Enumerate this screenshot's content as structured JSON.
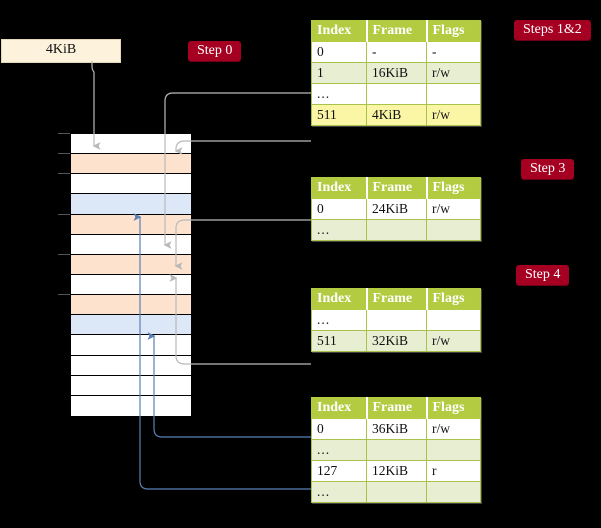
{
  "diagram": {
    "title_labels": {
      "steps_1_2": "Steps 1&2",
      "step_3": "Step 3",
      "step_4": "Step 4",
      "step_0": "Step 0"
    },
    "source_box": {
      "label": "4KiB"
    },
    "colors": {
      "badge_bg": "#a50021",
      "badge_text": "#ffffff",
      "table_header_bg": "#b2cb40",
      "table_row_shade": "#e8eed2",
      "highlight": "#fbf6a6",
      "source_box_bg": "#fdf3dc",
      "mem_orange": "#fde3cd",
      "mem_blue": "#dce8f7",
      "gray_arrow": "#b9b9b9",
      "blue_arrow": "#5a7fb5"
    },
    "columns": [
      "Index",
      "Frame",
      "Flags"
    ],
    "tables": [
      {
        "name": "level0-table",
        "rows": [
          {
            "index": "0",
            "frame": "-",
            "flags": "-",
            "shade": "plain",
            "highlight": false
          },
          {
            "index": "1",
            "frame": "16KiB",
            "flags": "r/w",
            "shade": "shade",
            "highlight": false
          },
          {
            "index": "...",
            "frame": "",
            "flags": "",
            "shade": "plain",
            "highlight": false
          },
          {
            "index": "511",
            "frame": "4KiB",
            "flags": "r/w",
            "shade": "shade",
            "highlight": true
          }
        ]
      },
      {
        "name": "level1-table",
        "rows": [
          {
            "index": "0",
            "frame": "24KiB",
            "flags": "r/w",
            "shade": "plain",
            "highlight": false
          },
          {
            "index": "...",
            "frame": "",
            "flags": "",
            "shade": "shade",
            "highlight": false
          }
        ]
      },
      {
        "name": "level2-table",
        "rows": [
          {
            "index": "...",
            "frame": "",
            "flags": "",
            "shade": "plain",
            "highlight": false
          },
          {
            "index": "511",
            "frame": "32KiB",
            "flags": "r/w",
            "shade": "shade",
            "highlight": false
          }
        ]
      },
      {
        "name": "level3-table",
        "rows": [
          {
            "index": "0",
            "frame": "36KiB",
            "flags": "r/w",
            "shade": "plain",
            "highlight": false
          },
          {
            "index": "...",
            "frame": "",
            "flags": "",
            "shade": "shade",
            "highlight": false
          },
          {
            "index": "127",
            "frame": "12KiB",
            "flags": "r",
            "shade": "plain",
            "highlight": false
          },
          {
            "index": "...",
            "frame": "",
            "flags": "",
            "shade": "shade",
            "highlight": false
          }
        ]
      }
    ],
    "memory_rows": [
      {
        "fill": "white"
      },
      {
        "fill": "orange"
      },
      {
        "fill": "white"
      },
      {
        "fill": "blue"
      },
      {
        "fill": "orange"
      },
      {
        "fill": "white"
      },
      {
        "fill": "orange"
      },
      {
        "fill": "white"
      },
      {
        "fill": "orange"
      },
      {
        "fill": "blue"
      },
      {
        "fill": "white"
      },
      {
        "fill": "white"
      },
      {
        "fill": "white"
      },
      {
        "fill": "white"
      }
    ]
  }
}
